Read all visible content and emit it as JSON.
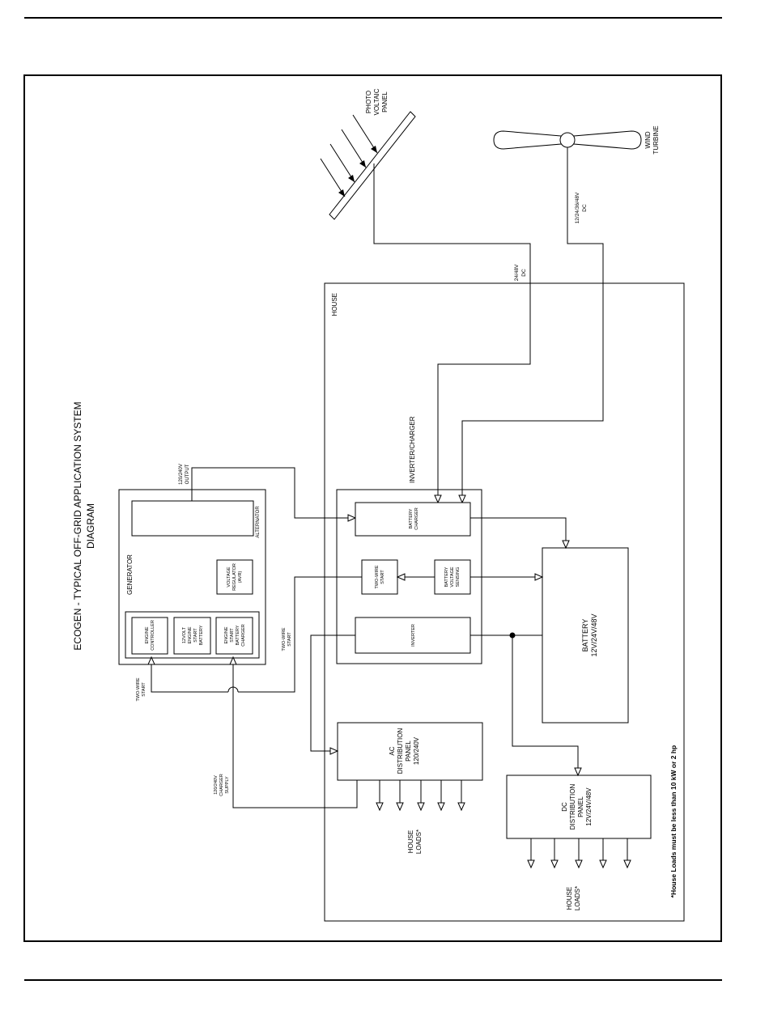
{
  "diagram": {
    "title_line1": "ECOGEN - TYPICAL OFF-GRID APPLICATION SYSTEM",
    "title_line2": "DIAGRAM",
    "house_label": "HOUSE",
    "photovoltaic": [
      "PHOTO",
      "VOLTAIC",
      "PANEL"
    ],
    "wind_turbine": [
      "WIND",
      "TURBINE"
    ],
    "pv_voltage": [
      "24/48V",
      "DC"
    ],
    "wind_voltage": [
      "12/24/36/48V",
      "DC"
    ],
    "generator": {
      "label": "GENERATOR",
      "alternator": "ALTERNATOR",
      "output": [
        "120/240V",
        "OUTPUT"
      ],
      "avr": [
        "VOLTAGE",
        "REGULATOR",
        "(AVR)"
      ],
      "engine_controller": [
        "ENGINE",
        "CONTROLLER"
      ],
      "start_battery": [
        "12VOLT",
        "ENGINE",
        "START",
        "BATTERY"
      ],
      "battery_charger": [
        "ENGINE",
        "START",
        "BATTERY",
        "CHARGER"
      ],
      "two_wire_start": [
        "TWO-WIRE",
        "START"
      ]
    },
    "inverter_charger": {
      "label": "INVERTER/CHARGER",
      "battery_charger": [
        "BATTERY",
        "CHARGER"
      ],
      "two_wire_start": [
        "TWO-WIRE",
        "START"
      ],
      "voltage_sensing": [
        "BATTERY",
        "VOLTAGE",
        "SENSING"
      ],
      "inverter": "INVERTER"
    },
    "two_wire_start_signal": [
      "TWO-WIRE",
      "START"
    ],
    "charger_supply": [
      "120/240V",
      "CHARGER",
      "SUPPLY"
    ],
    "battery": [
      "BATTERY",
      "12V/24V/48V"
    ],
    "ac_panel": [
      "AC",
      "DISTRIBUTION",
      "PANEL",
      "120/240V"
    ],
    "dc_panel": [
      "DC",
      "DISTRIBUTION",
      "PANEL",
      "12V/24V/48V"
    ],
    "house_loads": [
      "HOUSE",
      "LOADS*"
    ],
    "footnote": "*House Loads must be less than 10 kW or 2 hp"
  }
}
